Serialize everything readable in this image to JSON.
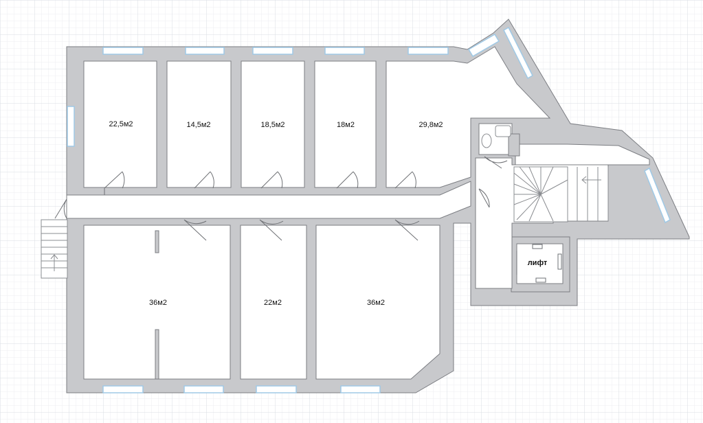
{
  "colors": {
    "background": "#ffffff",
    "grid_minor": "#eceef2",
    "grid_major": "#d9dde3",
    "wall_fill": "#c8c9cc",
    "wall_stroke": "#7b7d82",
    "floor": "#ffffff",
    "window": "#9fc9e6",
    "door": "#6e7074",
    "stair": "#8a8c90"
  },
  "rooms": {
    "r1": "22,5м2",
    "r2": "14,5м2",
    "r3": "18,5м2",
    "r4": "18м2",
    "r5": "29,8м2",
    "r6": "36м2",
    "r7": "22м2",
    "r8": "36м2"
  },
  "lift": {
    "label": "лифт"
  }
}
